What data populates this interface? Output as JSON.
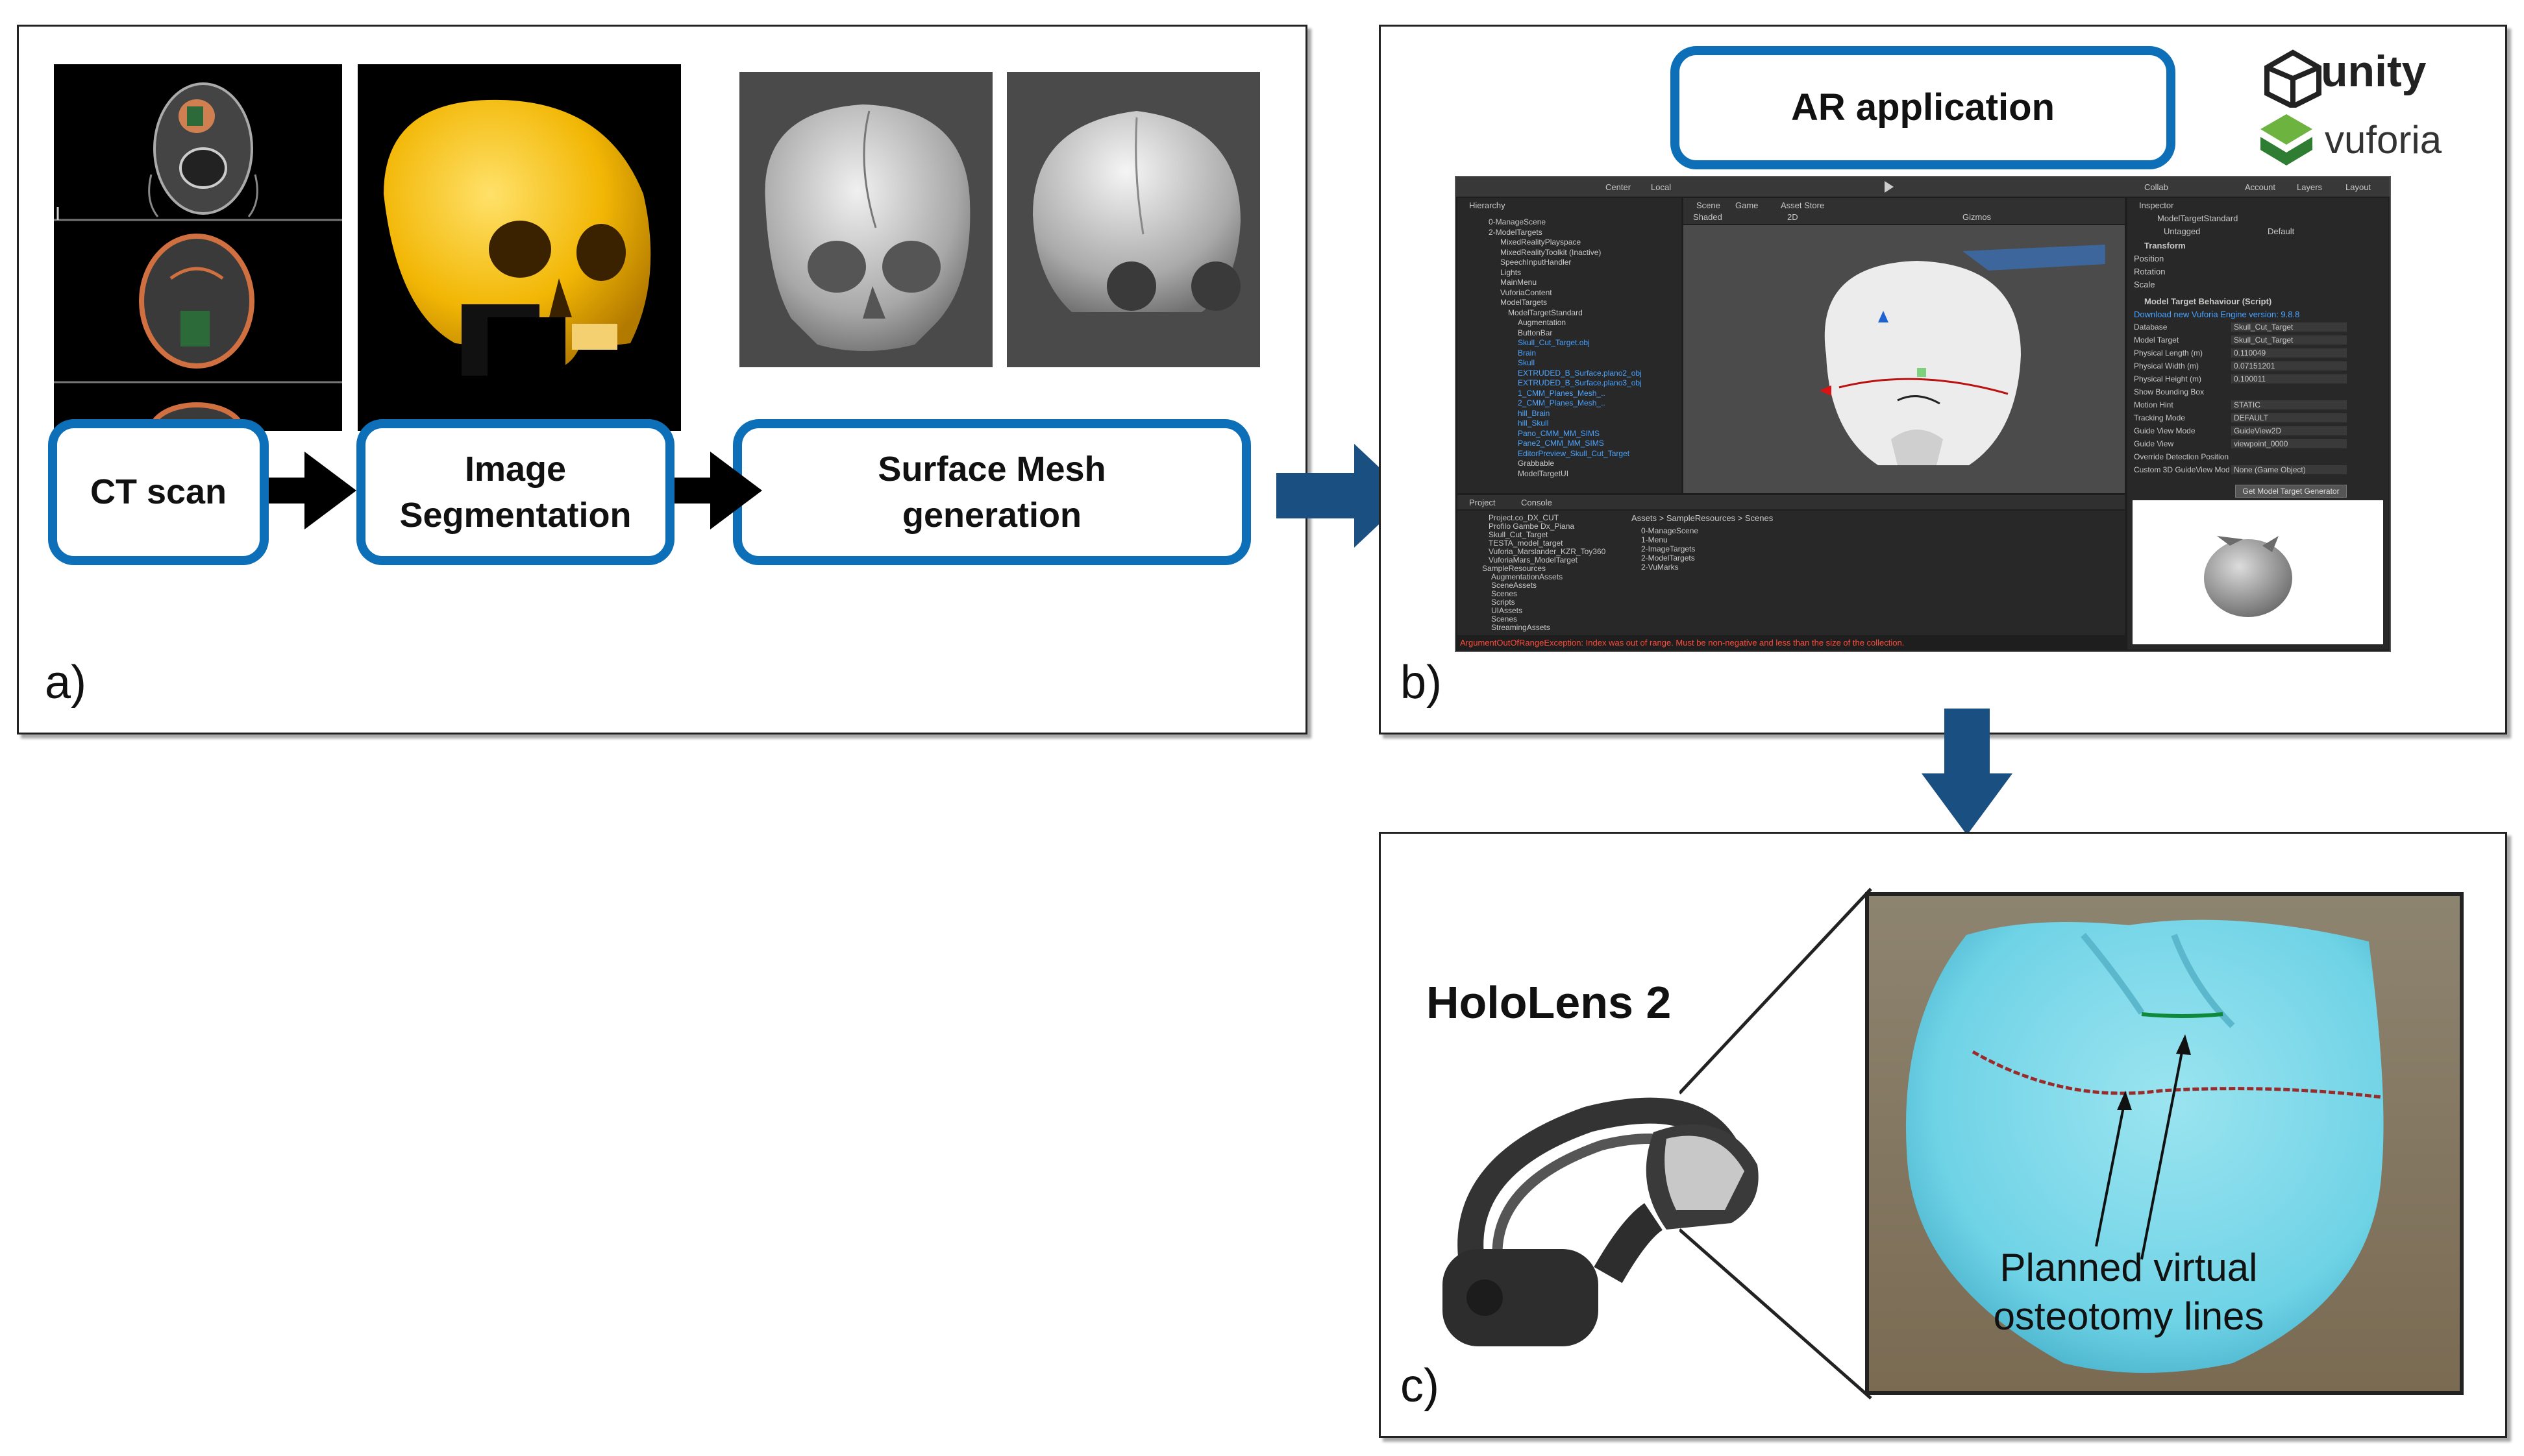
{
  "panels": {
    "a": {
      "letter": "a)",
      "steps": [
        "CT scan",
        "Image\nSegmentation",
        "Surface Mesh\ngeneration"
      ]
    },
    "b": {
      "letter": "b)",
      "title": "AR application",
      "logos": {
        "unity": "unity",
        "vuforia": "vuforia"
      },
      "editor": {
        "toolbar": [
          "Center",
          "Local",
          "Scene",
          "Game",
          "Asset Store",
          "Shaded",
          "2D",
          "Gizmos",
          "Collab",
          "Account",
          "Layers",
          "Layout"
        ],
        "hierarchy_title": "Hierarchy",
        "hierarchy_items": [
          "0-ManageScene",
          "2-ModelTargets",
          "MixedRealityPlayspace",
          "MixedRealityToolkit (Inactive)",
          "SpeechInputHandler",
          "Lights",
          "MainMenu",
          "VuforiaContent",
          "ModelTargets",
          "ModelTargetStandard",
          "Augmentation",
          "ButtonBar",
          "Skull_Cut_Target.obj",
          "Brain",
          "Skull",
          "EXTRUDED_B_Surface.plano2_obj",
          "EXTRUDED_B_Surface.plano3_obj",
          "1_CMM_Planes_Mesh_..",
          "2_CMM_Planes_Mesh_..",
          "hill_Brain",
          "hill_Skull",
          "Pano_CMM_MM_SIMS",
          "Pane2_CMM_MM_SIMS",
          "EditorPreview_Skull_Cut_Target",
          "Grabbable",
          "ModelTargetUI"
        ],
        "project_title": "Project",
        "console_title": "Console",
        "project_items": [
          "Project.co_DX_CUT",
          "Profilo Gambe Dx_Piana",
          "Skull_Cut_Target",
          "TESTA_model_target",
          "Vuforia_Marslander_KZR_Toy360",
          "VuforiaMars_ModelTarget",
          "SampleResources",
          "AugmentationAssets",
          "SceneAssets",
          "Scenes",
          "Scripts",
          "UIAssets",
          "Scenes",
          "StreamingAssets"
        ],
        "breadcrumb": "Assets > SampleResources > Scenes",
        "scene_files": [
          "0-ManageScene",
          "1-Menu",
          "2-ImageTargets",
          "2-ModelTargets",
          "2-VuMarks"
        ],
        "inspector_title": "Inspector",
        "inspector_object": "ModelTargetStandard",
        "inspector_tag": "Untagged",
        "inspector_layer": "Default",
        "transform_label": "Transform",
        "transform_rows": [
          "Position",
          "Rotation",
          "Scale"
        ],
        "behaviour_label": "Model Target Behaviour (Script)",
        "download_link": "Download new Vuforia Engine version: 9.8.8",
        "props": [
          {
            "k": "Database",
            "v": "Skull_Cut_Target"
          },
          {
            "k": "Model Target",
            "v": "Skull_Cut_Target"
          },
          {
            "k": "Physical Length (m)",
            "v": "0.110049"
          },
          {
            "k": "Physical Width (m)",
            "v": "0.07151201"
          },
          {
            "k": "Physical Height (m)",
            "v": "0.100011"
          },
          {
            "k": "Show Bounding Box",
            "v": ""
          },
          {
            "k": "Motion Hint",
            "v": "STATIC"
          },
          {
            "k": "Tracking Mode",
            "v": "DEFAULT"
          },
          {
            "k": "Guide View Mode",
            "v": "GuideView2D"
          },
          {
            "k": "Guide View",
            "v": "viewpoint_0000"
          },
          {
            "k": "Override Detection Position",
            "v": ""
          },
          {
            "k": "Custom 3D GuideView Mod",
            "v": "None (Game Object)"
          }
        ],
        "generator_button": "Get Model Target Generator",
        "error_message": "ArgumentOutOfRangeException: Index was out of range. Must be non-negative and less than the size of the collection."
      }
    },
    "c": {
      "letter": "c)",
      "device_label": "HoloLens 2",
      "caption": "Planned virtual\nosteotomy lines"
    }
  },
  "colors": {
    "step_border": "#0d6fb8",
    "arrow_blue": "#1a4f82",
    "arrow_black": "#000000",
    "skull_yellow": "#f2b705",
    "photo_cyan": "#6fd3e6"
  }
}
